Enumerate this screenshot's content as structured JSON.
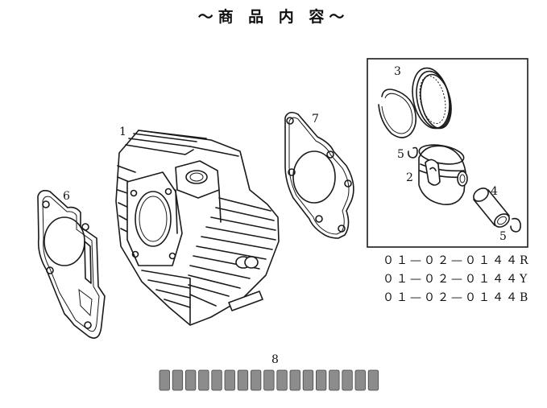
{
  "title": "〜商 品 内 容〜",
  "callouts": {
    "cylinder": "1",
    "piston": "2",
    "rings": "3",
    "pin": "4",
    "clip_left": "5",
    "clip_right": "5",
    "gasket_base": "6",
    "gasket_head": "7",
    "spacers": "8"
  },
  "part_numbers": [
    "０１—０２—０１４４R",
    "０１—０２—０１４４Y",
    "０１—０２—０１４４B"
  ],
  "spacer_count": 17
}
